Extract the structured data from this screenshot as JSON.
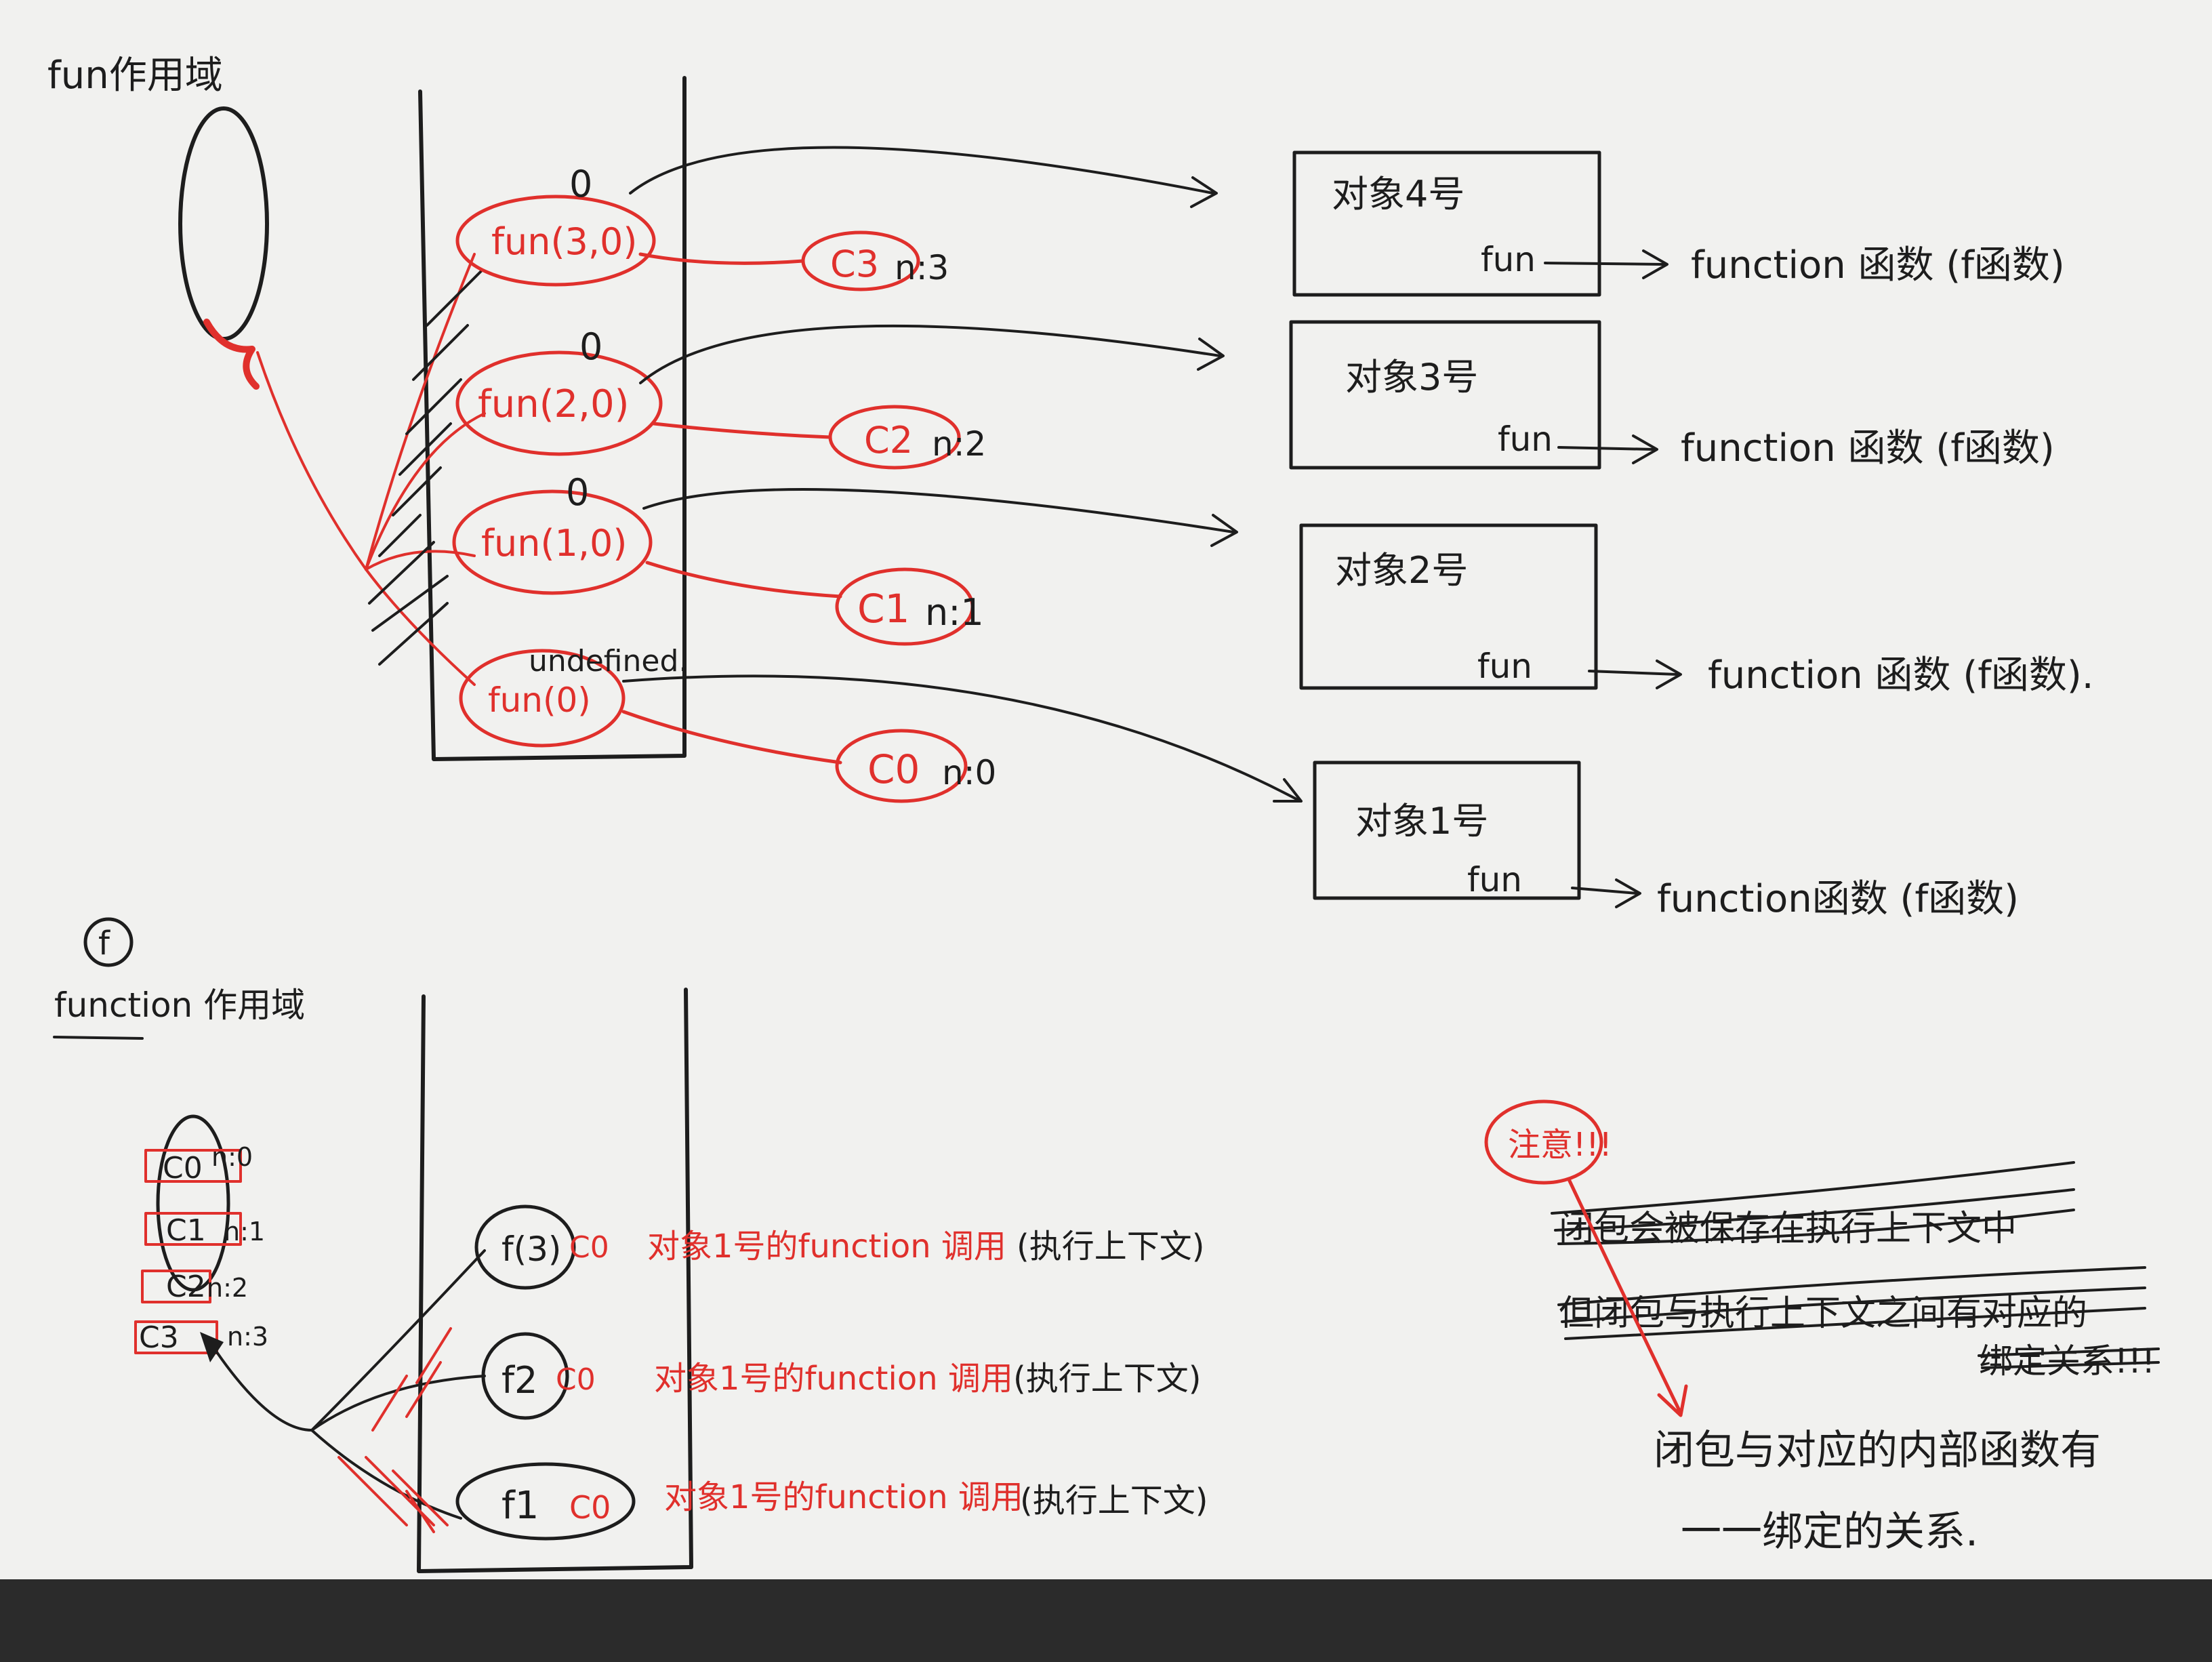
{
  "colors": {
    "paper": "#f1f1ef",
    "ink": "#1d1d1d",
    "red_ink": "#e0302c",
    "table": "#2b2b2b"
  },
  "top": {
    "scope_label": "fun作用域",
    "stack_frames": [
      {
        "call": "fun(3,0)",
        "return": "0"
      },
      {
        "call": "fun(2,0)",
        "return": "0"
      },
      {
        "call": "fun(1,0)",
        "return": "0"
      },
      {
        "call": "fun(0)",
        "return": "undefined."
      }
    ],
    "closures": [
      {
        "name": "C3",
        "nval": "n:3"
      },
      {
        "name": "C2",
        "nval": "n:2"
      },
      {
        "name": "C1",
        "nval": "n:1"
      },
      {
        "name": "C0",
        "nval": "n:0"
      }
    ],
    "objects": [
      {
        "label": "对象4号",
        "prop": "fun",
        "target": "function 函数 (f函数)"
      },
      {
        "label": "对象3号",
        "prop": "fun",
        "target": "function 函数 (f函数)"
      },
      {
        "label": "对象2号",
        "prop": "fun",
        "target": "function 函数 (f函数)."
      },
      {
        "label": "对象1号",
        "prop": "fun",
        "target": "function函数 (f函数)"
      }
    ]
  },
  "bottom": {
    "f_circle": "f",
    "scope_label": "function 作用域",
    "closure_list": [
      {
        "name": "C0",
        "nval": "n:0"
      },
      {
        "name": "C1",
        "nval": "n:1"
      },
      {
        "name": "C2",
        "nval": "n:2"
      },
      {
        "name": "C3",
        "nval": "n:3"
      }
    ],
    "frames": [
      {
        "call": "f(3)",
        "ctx": "C0",
        "desc": "对象1号的function 调用",
        "note": "(执行上下文)"
      },
      {
        "call": "f2",
        "ctx": "C0",
        "desc": "对象1号的function 调用",
        "note": "(执行上下文)"
      },
      {
        "call": "f1",
        "ctx": "C0",
        "desc": "对象1号的function 调用",
        "note": "(执行上下文)"
      }
    ]
  },
  "note": {
    "badge": "注意!!!",
    "struck_lines": [
      "闭包会被保存在执行上下文中",
      "但闭包与执行上下文之间有对应的",
      "绑定关系!!!"
    ],
    "corrected": [
      "闭包与对应的内部函数有",
      "一一绑定的关系."
    ]
  }
}
